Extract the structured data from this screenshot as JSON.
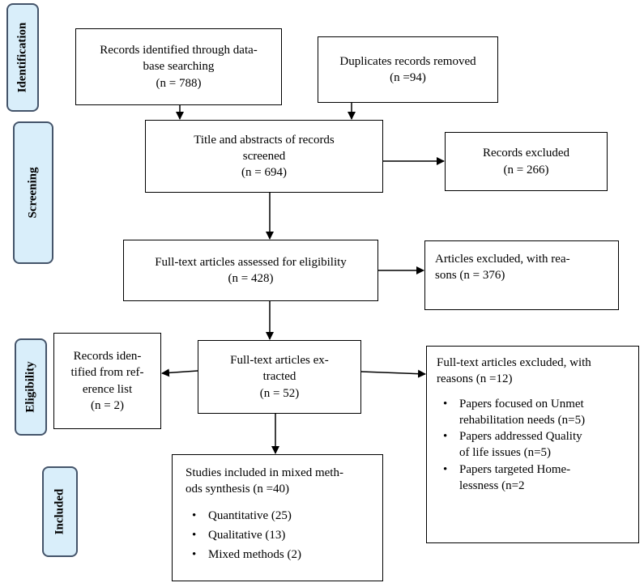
{
  "phases": {
    "identification": "Identification",
    "screening": "Screening",
    "eligibility": "Eligibility",
    "included": "Included"
  },
  "boxes": {
    "identified": {
      "lines": [
        "Records identified through data-",
        "base searching",
        "(n = 788)"
      ]
    },
    "duplicates": {
      "lines": [
        "Duplicates records removed",
        "(n =94)"
      ]
    },
    "screened": {
      "lines": [
        "Title and abstracts of records",
        "screened",
        "(n = 694)"
      ]
    },
    "excluded": {
      "lines": [
        "Records excluded",
        "(n = 266)"
      ]
    },
    "fulltext_assessed": {
      "lines": [
        "Full-text articles assessed for eligibility",
        "(n = 428)"
      ]
    },
    "articles_excluded": {
      "lines": [
        "Articles excluded, with rea-",
        "sons (n = 376)"
      ]
    },
    "reference_list": {
      "lines": [
        "Records iden-",
        "tified from ref-",
        "erence list",
        "(n = 2)"
      ]
    },
    "extracted": {
      "lines": [
        "Full-text articles ex-",
        "tracted",
        "(n = 52)"
      ]
    },
    "fulltext_excluded": {
      "heading_lines": [
        "Full-text articles excluded, with",
        "reasons (n =12)"
      ],
      "bullets": [
        [
          "Papers focused on Unmet",
          "rehabilitation needs (n=5)"
        ],
        [
          "Papers addressed Quality",
          "of life issues (n=5)"
        ],
        [
          "Papers targeted Home-",
          "lessness (n=2"
        ]
      ]
    },
    "included": {
      "heading_lines": [
        "Studies included in mixed meth-",
        "ods synthesis (n =40)"
      ],
      "bullets": [
        "Quantitative (25)",
        "Qualitative (13)",
        "Mixed methods (2)"
      ]
    }
  }
}
